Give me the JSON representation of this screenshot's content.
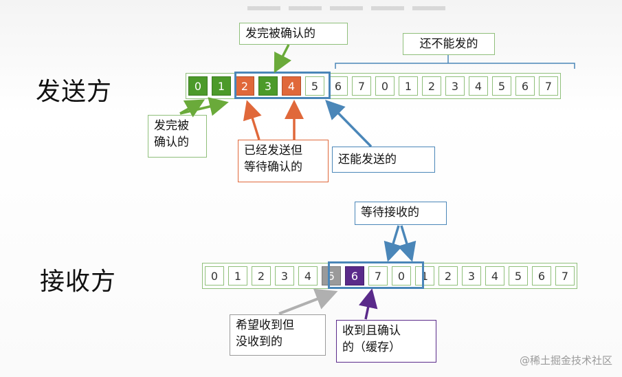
{
  "sender": {
    "label": "发送方",
    "cells": [
      {
        "n": "0",
        "state": "green"
      },
      {
        "n": "1",
        "state": "green"
      },
      {
        "n": "2",
        "state": "orange"
      },
      {
        "n": "3",
        "state": "green"
      },
      {
        "n": "4",
        "state": "orange"
      },
      {
        "n": "5",
        "state": "window"
      },
      {
        "n": "6",
        "state": "plain"
      },
      {
        "n": "7",
        "state": "plain"
      },
      {
        "n": "0",
        "state": "plain"
      },
      {
        "n": "1",
        "state": "plain"
      },
      {
        "n": "2",
        "state": "plain"
      },
      {
        "n": "3",
        "state": "plain"
      },
      {
        "n": "4",
        "state": "plain"
      },
      {
        "n": "5",
        "state": "plain"
      },
      {
        "n": "6",
        "state": "plain"
      },
      {
        "n": "7",
        "state": "plain"
      }
    ],
    "callouts": {
      "acked_top": "发完被确认的",
      "cannot_send": "还不能发的",
      "acked_left": "发完被\n确认的",
      "sent_waiting": "已经发送但\n等待确认的",
      "can_send": "还能发送的"
    }
  },
  "receiver": {
    "label": "接收方",
    "cells": [
      {
        "n": "0",
        "state": "plain"
      },
      {
        "n": "1",
        "state": "plain"
      },
      {
        "n": "2",
        "state": "plain"
      },
      {
        "n": "3",
        "state": "plain"
      },
      {
        "n": "4",
        "state": "plain"
      },
      {
        "n": "5",
        "state": "gray"
      },
      {
        "n": "6",
        "state": "purple"
      },
      {
        "n": "7",
        "state": "window"
      },
      {
        "n": "0",
        "state": "window"
      },
      {
        "n": "1",
        "state": "plain"
      },
      {
        "n": "2",
        "state": "plain"
      },
      {
        "n": "3",
        "state": "plain"
      },
      {
        "n": "4",
        "state": "plain"
      },
      {
        "n": "5",
        "state": "plain"
      },
      {
        "n": "6",
        "state": "plain"
      },
      {
        "n": "7",
        "state": "plain"
      }
    ],
    "callouts": {
      "waiting_receive": "等待接收的",
      "expect_receive": "希望收到但\n没收到的",
      "received_buffered": "收到且确认\n的（缓存）"
    }
  },
  "watermark": "@稀土掘金技术社区",
  "colors": {
    "green": "#4c9a2a",
    "orange": "#e0683a",
    "blue": "#4a86b8",
    "gray": "#9a9a9a",
    "purple": "#5a2a8a",
    "light_green": "#8fbf7a"
  }
}
